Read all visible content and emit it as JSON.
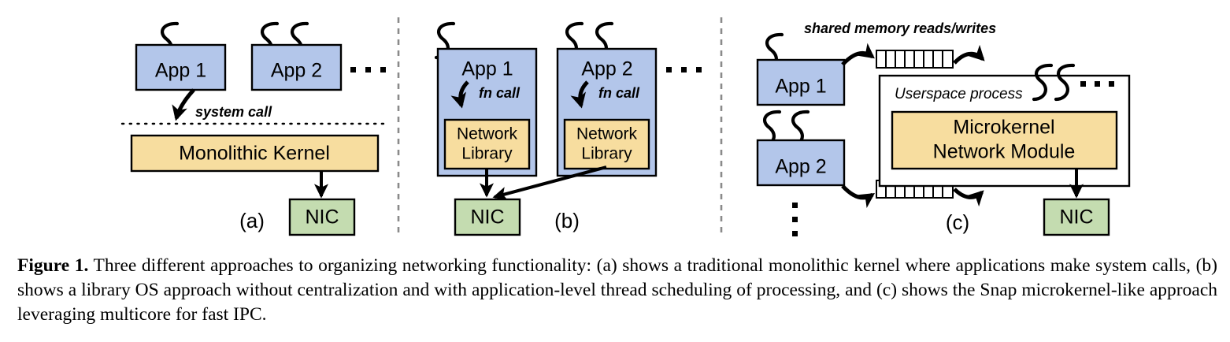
{
  "figure": {
    "caption_label": "Figure 1.",
    "caption_text": " Three different approaches to organizing networking functionality: (a) shows a traditional monolithic kernel where applications make system calls, (b) shows a library OS approach without centralization and with application-level thread scheduling of processing, and (c) shows the Snap microkernel-like approach leveraging multicore for fast IPC.",
    "colors": {
      "app_blue": "#b3c6ea",
      "kernel_yellow": "#f7dd9f",
      "nic_green": "#c4dcb0",
      "outline": "#000000",
      "divider_gray": "#8a8a8a",
      "background": "#ffffff"
    }
  },
  "panels": [
    {
      "tag": "(a)",
      "boxes": [
        {
          "name": "app1",
          "label": "App 1",
          "color": "app_blue",
          "threads": 1
        },
        {
          "name": "app2",
          "label": "App 2",
          "color": "app_blue",
          "threads": 2
        },
        {
          "name": "monolithic_kernel",
          "label": "Monolithic Kernel",
          "color": "kernel_yellow"
        },
        {
          "name": "nic",
          "label": "NIC",
          "color": "nic_green"
        }
      ],
      "annotations": [
        {
          "name": "system-call",
          "text": "system call"
        }
      ],
      "ellipsis": "horizontal",
      "boundary": "user-kernel dotted line"
    },
    {
      "tag": "(b)",
      "boxes": [
        {
          "name": "app1",
          "label": "App 1",
          "color": "app_blue",
          "threads": 1
        },
        {
          "name": "app2",
          "label": "App 2",
          "color": "app_blue",
          "threads": 2
        },
        {
          "name": "netlib1",
          "label_line1": "Network",
          "label_line2": "Library",
          "color": "kernel_yellow"
        },
        {
          "name": "netlib2",
          "label_line1": "Network",
          "label_line2": "Library",
          "color": "kernel_yellow"
        },
        {
          "name": "nic",
          "label": "NIC",
          "color": "nic_green"
        }
      ],
      "annotations": [
        {
          "name": "fn-call-1",
          "text": "fn call"
        },
        {
          "name": "fn-call-2",
          "text": "fn call"
        }
      ],
      "ellipsis": "horizontal"
    },
    {
      "tag": "(c)",
      "boxes": [
        {
          "name": "app1",
          "label": "App 1",
          "color": "app_blue",
          "threads": 1
        },
        {
          "name": "app2",
          "label": "App 2",
          "color": "app_blue",
          "threads": 2
        },
        {
          "name": "userspace_process",
          "label": "Userspace process",
          "color": "background",
          "threads": 2
        },
        {
          "name": "microkernel_module",
          "label_line1": "Microkernel",
          "label_line2": "Network Module",
          "color": "kernel_yellow"
        },
        {
          "name": "nic",
          "label": "NIC",
          "color": "nic_green"
        }
      ],
      "annotations": [
        {
          "name": "shared-memory",
          "text": "shared memory reads/writes"
        }
      ],
      "queues": 2,
      "queue_cells": 7,
      "ellipsis": "vertical-and-horizontal"
    }
  ]
}
